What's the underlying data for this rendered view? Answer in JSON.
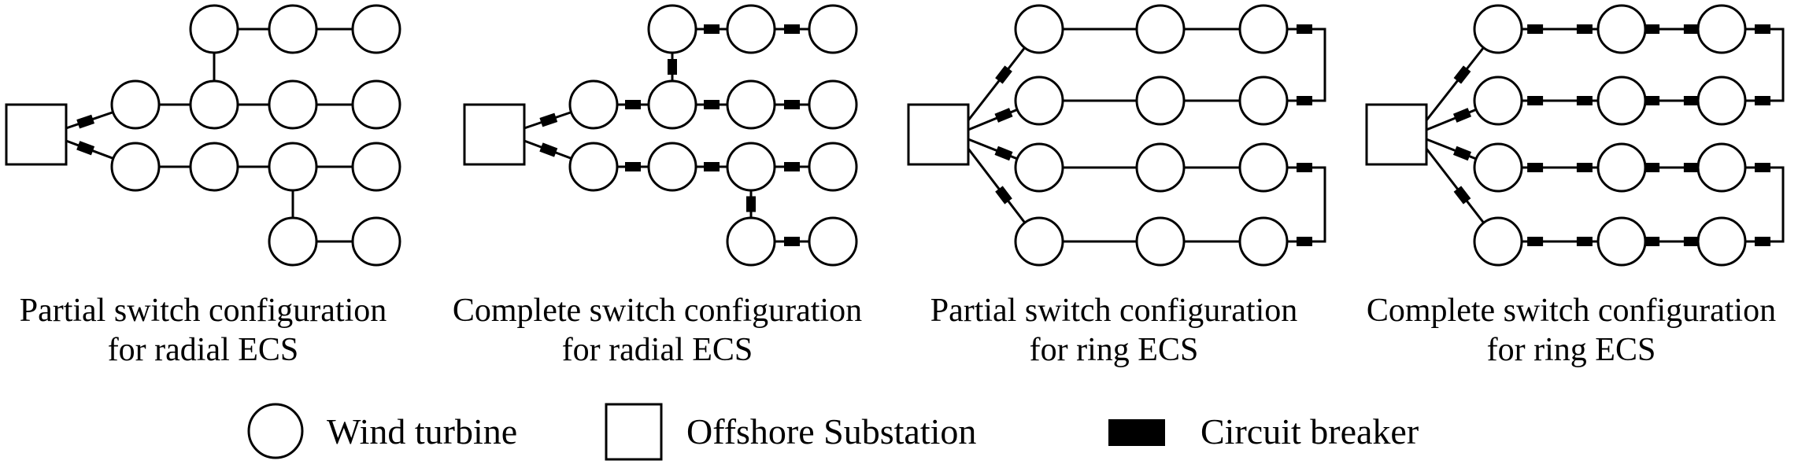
{
  "panels": [
    {
      "caption_line1": "Partial switch configuration",
      "caption_line2": "for radial ECS"
    },
    {
      "caption_line1": "Complete switch configuration",
      "caption_line2": "for radial ECS"
    },
    {
      "caption_line1": "Partial switch configuration",
      "caption_line2": "for ring ECS"
    },
    {
      "caption_line1": "Complete switch configuration",
      "caption_line2": "for ring ECS"
    }
  ],
  "legend": {
    "turbine_label": "Wind turbine",
    "substation_label": "Offshore Substation",
    "breaker_label": "Circuit breaker"
  }
}
